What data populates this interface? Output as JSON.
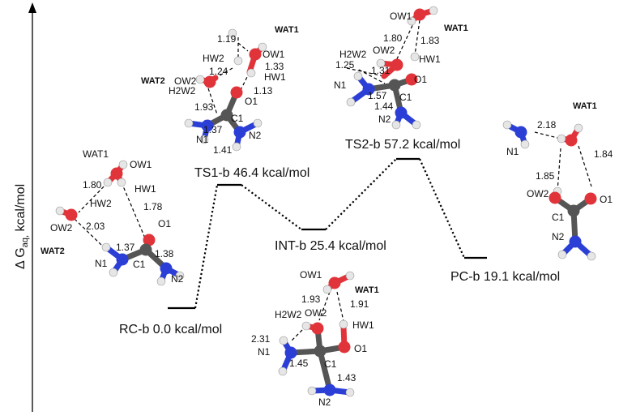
{
  "axis": {
    "label_main": "Δ G",
    "label_sub": "aq,",
    "label_unit": " kcal/mol"
  },
  "states": {
    "rc": "RC-b 0.0 kcal/mol",
    "ts1": "TS1-b 46.4 kcal/mol",
    "int": "INT-b 25.4 kcal/mol",
    "ts2": "TS2-b  57.2 kcal/mol",
    "pc": "PC-b 19.1 kcal/mol"
  },
  "colors": {
    "oxygen": "#e0343a",
    "nitrogen": "#2b3fd6",
    "carbon": "#555555",
    "hydrogen": "#e6e6e6",
    "line": "#000000"
  },
  "rc": {
    "wat1": "WAT1",
    "ow1": "OW1",
    "d180": "1.80",
    "hw2": "HW2",
    "hw1": "HW1",
    "d178": "1.78",
    "ow2": "OW2",
    "d203": "2.03",
    "o1": "O1",
    "wat2": "WAT2",
    "d137": "1.37",
    "d138": "1.38",
    "n1": "N1",
    "c1": "C1",
    "n2": "N2"
  },
  "ts1": {
    "d119": "1.19",
    "wat1": "WAT1",
    "ow1": "OW1",
    "hw2": "HW2",
    "d133": "1.33",
    "d124": "1.24",
    "hw1": "HW1",
    "wat2": "WAT2",
    "ow2": "OW2",
    "h2w2": "H2W2",
    "d113": "1.13",
    "o1": "O1",
    "d193": "1.93",
    "c1": "C1",
    "d137": "1.37",
    "n1": "N1",
    "n2": "N2",
    "d141": "1.41"
  },
  "ts2": {
    "ow1": "OW1",
    "wat1": "WAT1",
    "d180": "1.80",
    "d183": "1.83",
    "h2w2": "H2W2",
    "ow2": "OW2",
    "d125": "1.25",
    "hw1": "HW1",
    "d131": "1.31",
    "o1": "O1",
    "n1": "N1",
    "d157": "1.57",
    "c1": "C1",
    "d144": "1.44",
    "n2": "N2"
  },
  "int": {
    "ow1": "OW1",
    "d193": "1.93",
    "wat1": "WAT1",
    "d191": "1.91",
    "h2w2": "H2W2",
    "ow2": "OW2",
    "hw1": "HW1",
    "d231": "2.31",
    "n1": "N1",
    "o1": "O1",
    "d145": "1.45",
    "c1": "C1",
    "d143": "1.43",
    "n2": "N2"
  },
  "pc": {
    "wat1": "WAT1",
    "d218": "2.18",
    "n1": "N1",
    "d184": "1.84",
    "d185": "1.85",
    "ow2": "OW2",
    "o1": "O1",
    "c1": "C1",
    "n2": "N2"
  }
}
